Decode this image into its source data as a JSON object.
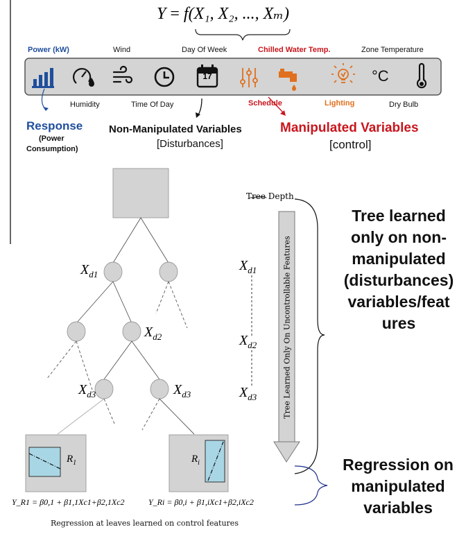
{
  "equation": {
    "lhs": "Y",
    "equals": "=",
    "func": "f",
    "args": "(X₁, X₂, ..., Xₘ)"
  },
  "icon_labels": {
    "power": "Power (kW)",
    "wind": "Wind",
    "day_of_week": "Day Of Week",
    "chilled_water": "Chilled Water Temp.",
    "zone_temp": "Zone Temperature",
    "humidity": "Humidity",
    "time_of_day": "Time Of Day",
    "schedule": "Schedule",
    "lighting": "Lighting",
    "dry_bulb": "Dry Bulb",
    "calendar_day": "17",
    "celsius": "°C"
  },
  "groups": {
    "response_title": "Response",
    "response_sub1": "(Power",
    "response_sub2": "Consumption)",
    "nonmanip_title": "Non-Manipulated Variables",
    "nonmanip_sub": "[Disturbances]",
    "manip_title": "Manipulated Variables",
    "manip_sub": "[control]"
  },
  "tree": {
    "xd1_node": "X",
    "xd1_sub": "d1",
    "xd2_node": "X",
    "xd2_sub": "d2",
    "xd3_left": "X",
    "xd3_left_sub": "d3",
    "xd3_right": "X",
    "xd3_right_sub": "d3",
    "leaf_left": "R",
    "leaf_left_sub": "1",
    "leaf_right": "R",
    "leaf_right_sub": "i",
    "eq_left": "Y_R1 = β0,1 + β1,1Xc1+β2,1Xc2",
    "eq_right": "Y_Ri = β0,i + β1,iXc1+β2,iXc2",
    "caption": "Regression at leaves learned on control features"
  },
  "depth": {
    "title": "Tree Depth",
    "vertical_label": "Tree Learned Only On Uncontrollable Features",
    "xd1": "X",
    "xd1_sub": "d1",
    "xd2": "X",
    "xd2_sub": "d2",
    "xd3": "X",
    "xd3_sub": "d3"
  },
  "right_text": {
    "tree_learned": [
      "Tree learned",
      "only on non-",
      "manipulated",
      "(disturbances)",
      "variables/feat",
      "ures"
    ],
    "regression": [
      "Regression on",
      "manipulated",
      "variables"
    ]
  },
  "colors": {
    "power_blue": "#1f4e9c",
    "manip_red": "#c8161d",
    "manip_orange": "#e0701e",
    "tree_gray": "#d3d3d3",
    "leaf_blue": "#a9d6e5",
    "bracket_blue": "#1d2f8a"
  }
}
